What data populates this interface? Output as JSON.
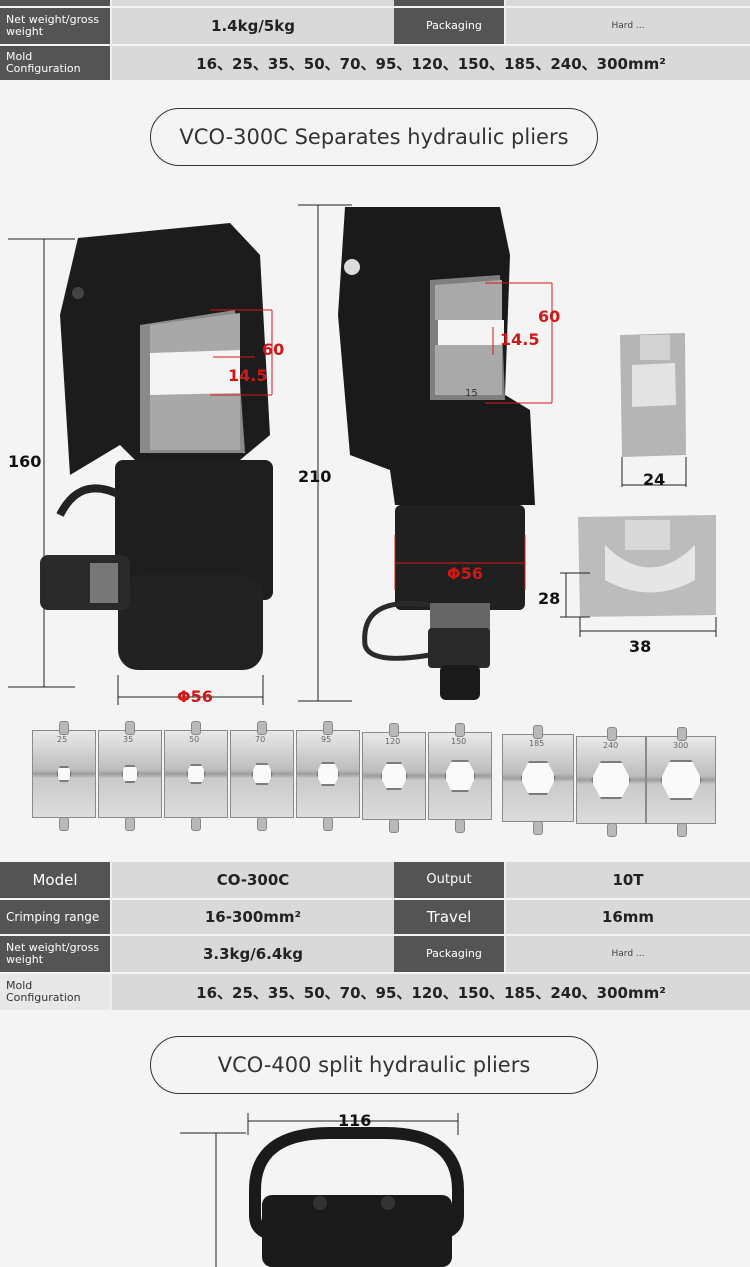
{
  "top_table": {
    "net_weight_label": "Net weight/gross weight",
    "net_weight_value": "1.4kg/5kg",
    "packaging_label": "Packaging",
    "packaging_value": "Hard ...",
    "mold_label": "Mold Configuration",
    "mold_value": "16、25、35、50、70、95、120、150、185、240、300mm²"
  },
  "section1": {
    "title": "VCO-300C Separates hydraulic pliers",
    "left_tool": {
      "height": "160",
      "jaw_height": "60",
      "jaw_gap": "14.5",
      "diameter": "Φ56"
    },
    "right_tool": {
      "height": "210",
      "jaw_height": "60",
      "jaw_gap": "14.5",
      "diameter": "Φ56",
      "stamp": "15"
    },
    "die_small": {
      "width": "24"
    },
    "die_large": {
      "width": "38",
      "height": "28"
    },
    "die_strip": [
      "25",
      "35",
      "50",
      "70",
      "95",
      "120",
      "150",
      "185",
      "240",
      "300"
    ]
  },
  "spec_table": {
    "model_label": "Model",
    "model_value": "CO-300C",
    "output_label": "Output",
    "output_value": "10T",
    "crimping_label": "Crimping range",
    "crimping_value": "16-300mm²",
    "travel_label": "Travel",
    "travel_value": "16mm",
    "net_weight_label": "Net weight/gross weight",
    "net_weight_value": "3.3kg/6.4kg",
    "packaging_label": "Packaging",
    "packaging_value": "Hard ...",
    "mold_label": "Mold Configuration",
    "mold_value": "16、25、35、50、70、95、120、150、185、240、300mm²"
  },
  "section2": {
    "title": "VCO-400 split hydraulic pliers",
    "width_dim": "116"
  }
}
